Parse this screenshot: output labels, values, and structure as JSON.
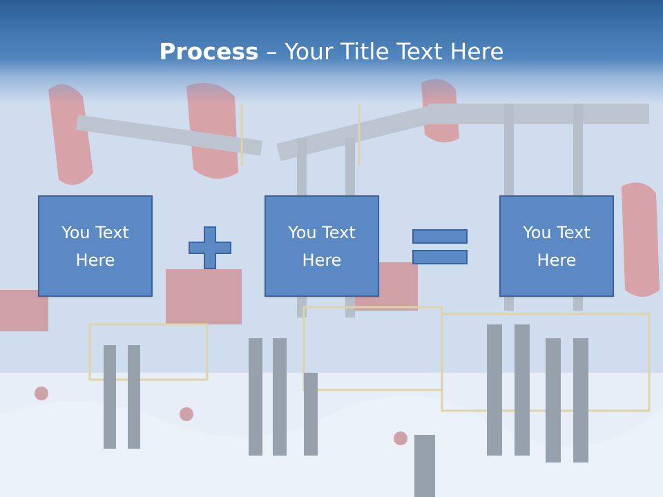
{
  "slide": {
    "title_bold": "Process",
    "title_rest": " – Your Title Text Here",
    "boxes": [
      {
        "line1": "You Text",
        "line2": "Here"
      },
      {
        "line1": "You Text",
        "line2": "Here"
      },
      {
        "line1": "You Text",
        "line2": "Here"
      }
    ],
    "operators": [
      "plus-icon",
      "equals-icon"
    ]
  },
  "colors": {
    "title_band": "#3e73ad",
    "box_fill": "#5b89c4",
    "box_border": "#3a63a0",
    "title_text": "#ffffff",
    "background_tint": "#e2ebf6"
  }
}
